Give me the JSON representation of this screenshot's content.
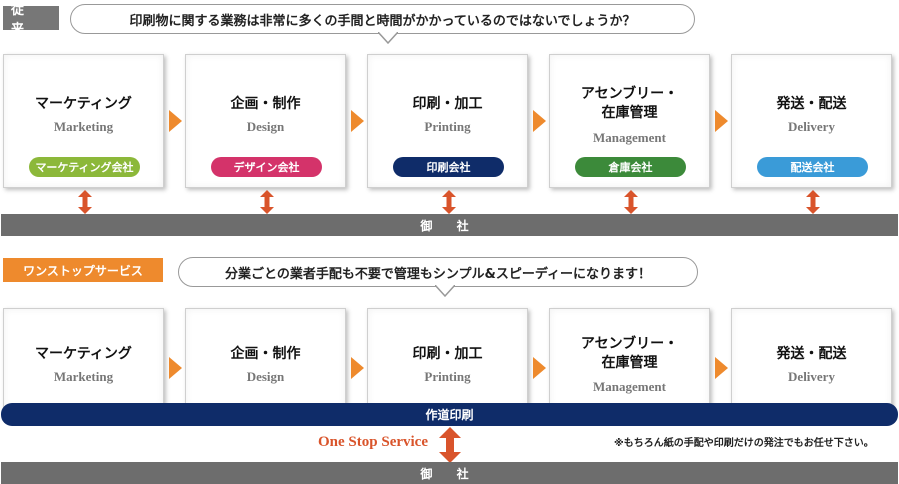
{
  "colors": {
    "orange": "#ee8a2d",
    "grey_bar": "#6d6d6d",
    "tag_grey": "#777777",
    "navy": "#0f2c69",
    "arrow_red": "#d9542b"
  },
  "before": {
    "tag": "従 来",
    "bubble": "印刷物に関する業務は非常に多くの手間と時間がかかっているのではないでしょうか？",
    "bottom_bar": "御 社",
    "steps": [
      {
        "title": "マーケティング",
        "sub": "Marketing",
        "company": "マーケティング会社",
        "color": "#8cb83a"
      },
      {
        "title": "企画・制作",
        "sub": "Design",
        "company": "デザイン会社",
        "color": "#d4336a"
      },
      {
        "title": "印刷・加工",
        "sub": "Printing",
        "company": "印刷会社",
        "color": "#0f2c69"
      },
      {
        "title": "アセンブリー・\n在庫管理",
        "sub": "Management",
        "company": "倉庫会社",
        "color": "#3c8a3a"
      },
      {
        "title": "発送・配送",
        "sub": "Delivery",
        "company": "配送会社",
        "color": "#3a9bd8"
      }
    ]
  },
  "after": {
    "tag": "ワンストップサービス",
    "bubble": "分業ごとの業者手配も不要で管理もシンプル&スピーディーになります！",
    "steps": [
      {
        "title": "マーケティング",
        "sub": "Marketing"
      },
      {
        "title": "企画・制作",
        "sub": "Design"
      },
      {
        "title": "印刷・加工",
        "sub": "Printing"
      },
      {
        "title": "アセンブリー・\n在庫管理",
        "sub": "Management"
      },
      {
        "title": "発送・配送",
        "sub": "Delivery"
      }
    ],
    "provider_bar": "作道印刷",
    "one_stop": "One Stop Service",
    "note": "※もちろん紙の手配や印刷だけの発注でもお任せ下さい。",
    "bottom_bar": "御 社"
  }
}
